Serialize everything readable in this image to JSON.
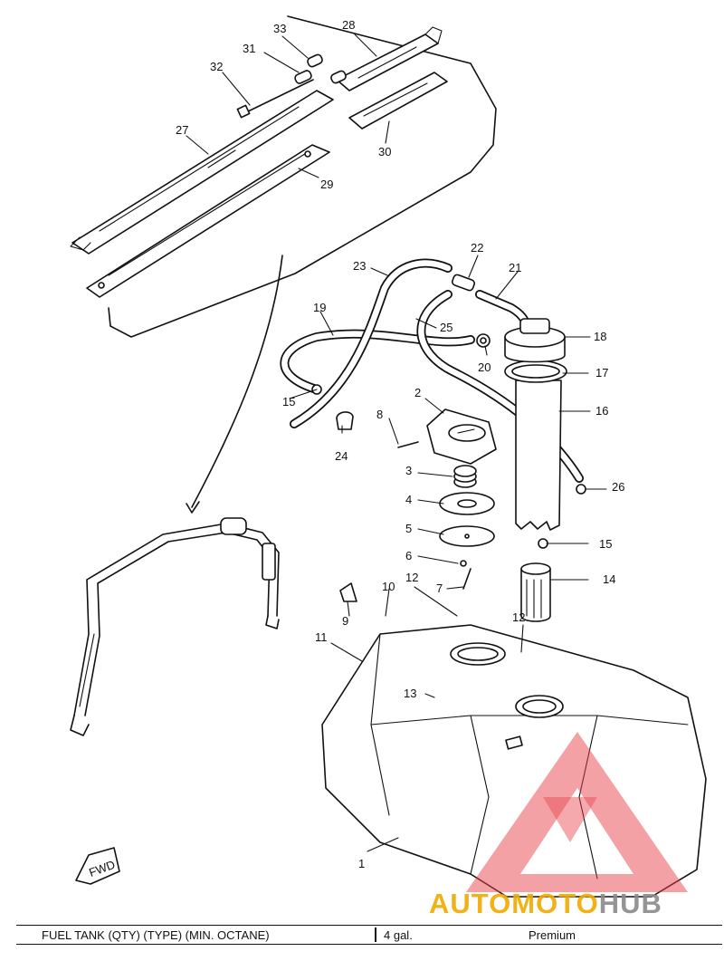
{
  "diagram": {
    "callouts": [
      "1",
      "2",
      "3",
      "4",
      "5",
      "6",
      "7",
      "8",
      "9",
      "10",
      "11",
      "12",
      "12",
      "13",
      "14",
      "15",
      "15",
      "16",
      "17",
      "18",
      "19",
      "20",
      "21",
      "22",
      "23",
      "24",
      "25",
      "26",
      "27",
      "28",
      "29",
      "30",
      "31",
      "32",
      "33"
    ],
    "fwd_label": "FWD"
  },
  "watermark": {
    "text_red": "AUTO",
    "text_orange": "MOTO",
    "text_gray": "HUB",
    "colors": {
      "red": "#e8404a",
      "orange": "#f2a900",
      "gray": "#8a8a8a"
    }
  },
  "spec_row": {
    "label": "FUEL TANK (QTY) (TYPE) (MIN. OCTANE)",
    "qty": "4 gal.",
    "type": "Premium"
  }
}
